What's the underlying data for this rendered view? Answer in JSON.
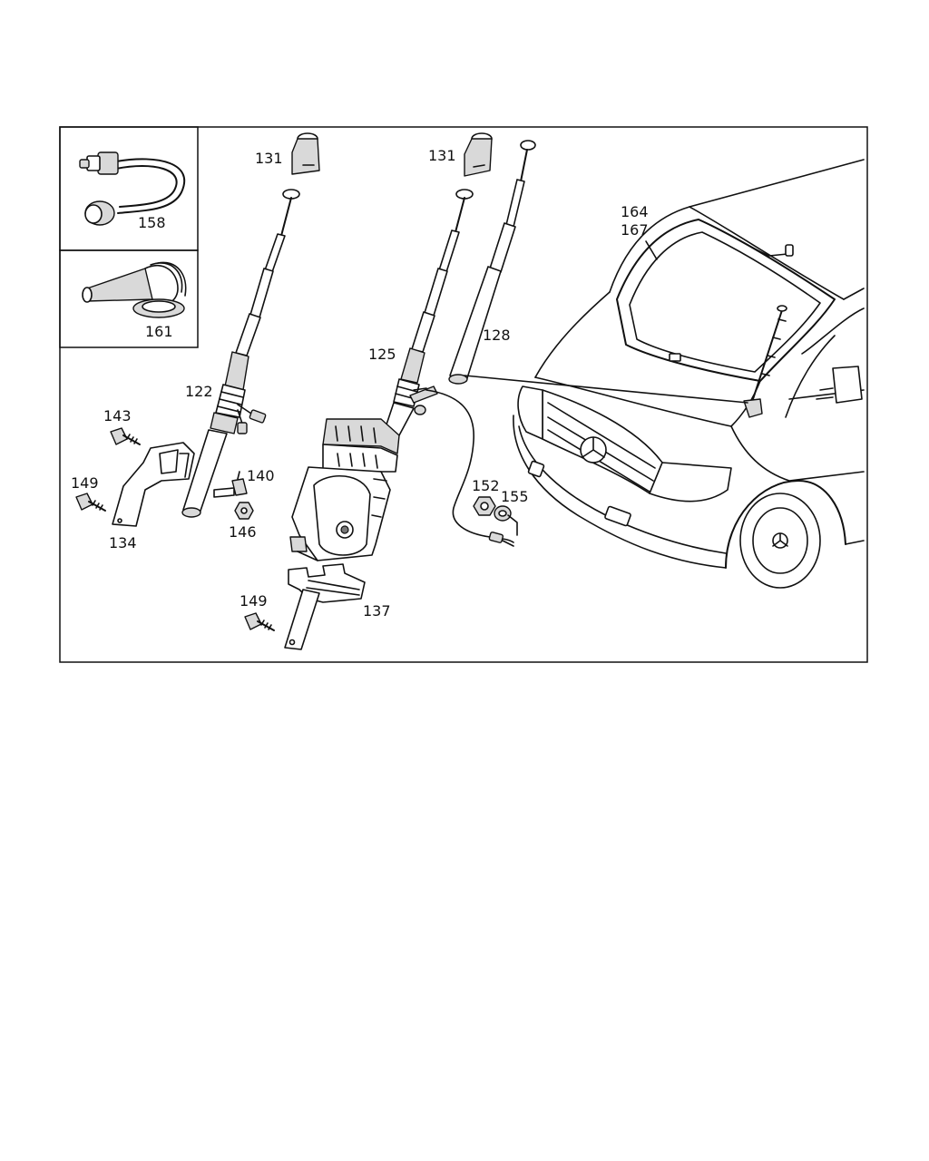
{
  "callouts": {
    "c131a": "131",
    "c131b": "131",
    "c158": "158",
    "c161": "161",
    "c164": "164",
    "c167": "167",
    "c128": "128",
    "c125": "125",
    "c122": "122",
    "c143": "143",
    "c140": "140",
    "c149a": "149",
    "c134": "134",
    "c146": "146",
    "c152": "152",
    "c155": "155",
    "c149b": "149",
    "c137": "137"
  }
}
